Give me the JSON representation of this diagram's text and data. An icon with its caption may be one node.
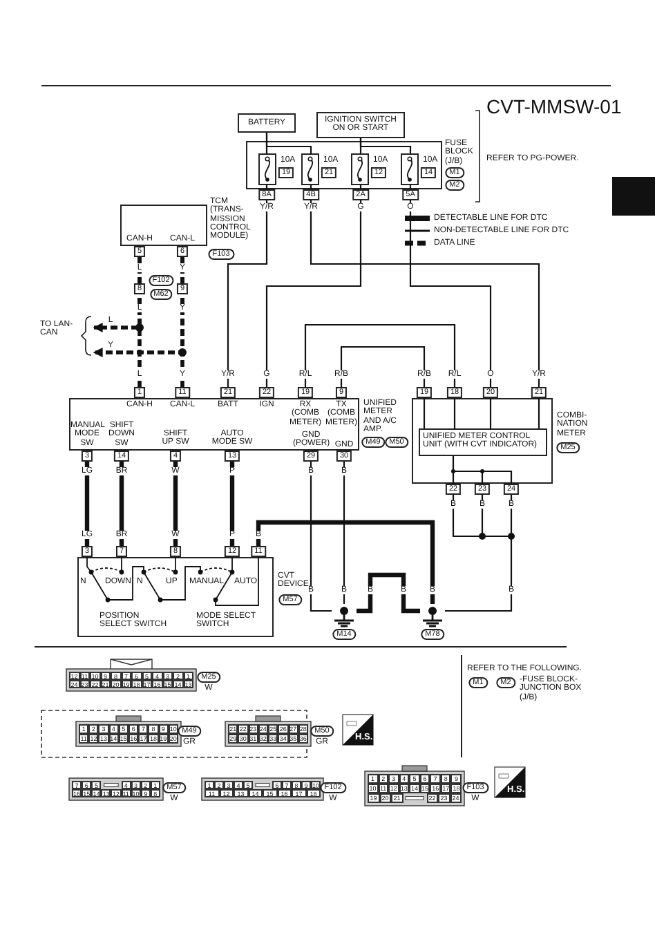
{
  "diagram": {
    "nodes": [
      {
        "text": [
          "BATTERY"
        ]
      },
      {
        "text": [
          "IGNITION SWITCH ON OR START"
        ]
      },
      {
        "text": [
          "FUSE BLOCK (J/B)"
        ],
        "beside": [
          "M1",
          "M2"
        ]
      },
      {
        "text": [],
        "shape": "box",
        "in": 2,
        "beside": [
          "10A",
          "19"
        ]
      },
      {
        "text": [],
        "shape": "box",
        "in": 2,
        "beside": [
          "10A",
          "21"
        ]
      },
      {
        "text": [],
        "shape": "box",
        "in": 2,
        "beside": [
          "10A",
          "12"
        ]
      },
      {
        "text": [],
        "shape": "box",
        "in": 2,
        "beside": [
          "10A",
          "14"
        ]
      },
      {
        "text": [
          "CAN-H",
          "CAN-L",
          "TCM (TRANS-MISSION CONTROL MODULE)"
        ],
        "beside": [
          "F103"
        ]
      },
      {
        "text": [
          "TO LAN-CAN"
        ]
      },
      {
        "text": [
          "UNIFIED METER AND A/C AMP.",
          "CAN-H",
          "CAN-L",
          "BATT",
          "IGN",
          "RX (COMB METER)",
          "TX (COMB METER)",
          "MANUAL MODE SW",
          "SHIFT DOWN SW",
          "SHIFT UP SW",
          "AUTO MODE SW",
          "GND (POWER)",
          "GND"
        ],
        "beside": [
          "M49",
          "M50"
        ]
      },
      {
        "text": [
          "COMBI-NATION METER"
        ],
        "beside": [
          "M25"
        ]
      },
      {
        "text": [
          "UNIFIED METER CONTROL UNIT (WITH CVT INDICATOR)"
        ],
        "in": 10
      },
      {
        "text": [
          "CVT DEVICE",
          "N",
          "DOWN",
          "N",
          "UP",
          "MANUAL",
          "AUTO",
          "POSITION SELECT SWITCH",
          "MODE SELECT SWITCH"
        ],
        "beside": [
          "M57"
        ]
      },
      {
        "text": [
          "M14"
        ]
      },
      {
        "text": [
          "M78"
        ]
      }
    ],
    "edges": [
      {
        "from": 0,
        "to": 3,
        "arrow": "none"
      },
      {
        "from": 0,
        "to": 4,
        "arrow": "none"
      },
      {
        "from": 1,
        "to": 5,
        "arrow": "none"
      },
      {
        "from": 1,
        "to": 6,
        "arrow": "none"
      },
      {
        "from": 3,
        "to": 9,
        "arrow": "none"
      },
      {
        "from": 4,
        "to": 11,
        "arrow": "none"
      },
      {
        "from": 5,
        "to": 9,
        "arrow": "none"
      },
      {
        "from": 6,
        "to": 11,
        "arrow": "none"
      },
      {
        "from": 9,
        "to": 11,
        "arrow": "none"
      },
      {
        "from": 9,
        "to": 11,
        "arrow": "none"
      },
      {
        "from": 7,
        "to": 9,
        "arrow": "none",
        "style": "dashed"
      },
      {
        "from": 7,
        "to": 9,
        "arrow": "none",
        "style": "dashed"
      },
      {
        "from": 7,
        "to": 8,
        "arrow": "to",
        "style": "dashed"
      },
      {
        "from": 7,
        "to": 8,
        "arrow": "to",
        "style": "dashed"
      },
      {
        "from": 9,
        "to": 12,
        "arrow": "none",
        "style": "thick"
      },
      {
        "from": 9,
        "to": 12,
        "arrow": "none",
        "style": "thick"
      },
      {
        "from": 9,
        "to": 12,
        "arrow": "none",
        "style": "thick"
      },
      {
        "from": 9,
        "to": 12,
        "arrow": "none",
        "style": "thick"
      },
      {
        "from": 9,
        "to": 13,
        "arrow": "none"
      },
      {
        "from": 9,
        "to": 13,
        "arrow": "none"
      },
      {
        "from": 13,
        "to": 14,
        "arrow": "none",
        "style": "thick"
      },
      {
        "from": 12,
        "to": 14,
        "arrow": "none",
        "style": "thick"
      },
      {
        "from": 11,
        "to": 14,
        "arrow": "none"
      }
    ],
    "labels": [
      "CVT-MMSW-01",
      "REFER TO PG-POWER.",
      "8A",
      "4B",
      "2A",
      "5A",
      "Y/R",
      "Y/R",
      "G",
      "O",
      "5",
      "6",
      "L",
      "Y",
      "F102",
      "M62",
      "8",
      "9",
      "L",
      "Y",
      "L",
      "Y",
      "L",
      "Y",
      "Y/R",
      "G",
      "R/L",
      "R/B",
      "R/B",
      "R/L",
      "O",
      "Y/R",
      "1",
      "11",
      "21",
      "22",
      "19",
      "9",
      "19",
      "18",
      "20",
      "21",
      "3",
      "14",
      "4",
      "13",
      "29",
      "30",
      "22",
      "23",
      "24",
      "LG",
      "BR",
      "W",
      "P",
      "B",
      "B",
      "B",
      "B",
      "B",
      "LG",
      "BR",
      "W",
      "P",
      "B",
      "3",
      "7",
      "8",
      "12",
      "11",
      "B",
      "B",
      "B",
      "B",
      "B",
      "B",
      "12",
      "11",
      "10",
      "9",
      "8",
      "7",
      "6",
      "5",
      "4",
      "3",
      "2",
      "1",
      "24",
      "23",
      "22",
      "21",
      "20",
      "19",
      "18",
      "17",
      "16",
      "15",
      "14",
      "13",
      "M25",
      "W",
      "1",
      "2",
      "3",
      "4",
      "5",
      "6",
      "7",
      "8",
      "9",
      "10",
      "11",
      "12",
      "13",
      "14",
      "15",
      "16",
      "17",
      "18",
      "19",
      "20",
      "M49",
      "GR",
      "21",
      "22",
      "23",
      "24",
      "25",
      "26",
      "27",
      "28",
      "29",
      "30",
      "31",
      "32",
      "33",
      "34",
      "35",
      "36",
      "M50",
      "GR",
      "H.S.",
      "REFER TO THE FOLLOWING.",
      "M1",
      "M2",
      "-FUSE BLOCK-JUNCTION BOX (J/B)",
      "7",
      "6",
      "5",
      "4",
      "3",
      "2",
      "1",
      "16",
      "15",
      "14",
      "13",
      "12",
      "11",
      "10",
      "9",
      "8",
      "M57",
      "W",
      "1",
      "2",
      "3",
      "4",
      "5",
      "6",
      "7",
      "8",
      "9",
      "10",
      "11",
      "12",
      "13",
      "14",
      "15",
      "16",
      "17",
      "18",
      "F102",
      "W",
      "1",
      "2",
      "3",
      "4",
      "5",
      "6",
      "7",
      "8",
      "9",
      "10",
      "11",
      "12",
      "13",
      "14",
      "15",
      "16",
      "17",
      "18",
      "19",
      "20",
      "21",
      "22",
      "23",
      "24",
      "F103",
      "W",
      "H.S."
    ],
    "legend": [
      {
        "text": "DETECTABLE LINE FOR DTC"
      },
      {
        "text": "NON-DETECTABLE LINE FOR DTC"
      },
      {
        "text": "DATA LINE"
      }
    ]
  }
}
